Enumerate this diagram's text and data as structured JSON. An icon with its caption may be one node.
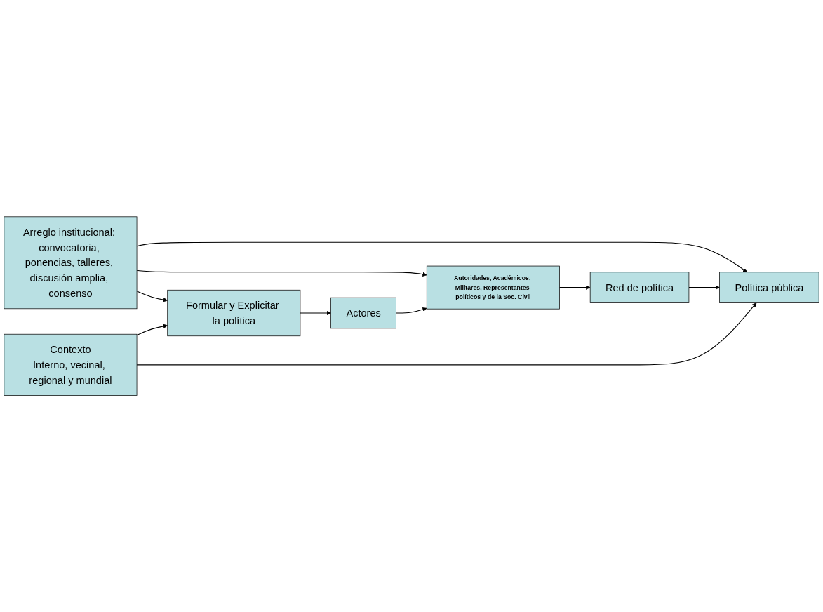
{
  "diagram": {
    "nodes": [
      {
        "text": [
          "Arreglo institucional: convocatoria, ponencias, talleres, discusión amplia, consenso"
        ]
      },
      {
        "text": [
          "Formular y Explicitar la política"
        ]
      },
      {
        "text": [
          "Actores"
        ]
      },
      {
        "text": [
          "Autoridades, Académicos, Militares, Representantes políticos y de la Soc. Civil"
        ]
      },
      {
        "text": [
          "Red de política"
        ]
      },
      {
        "text": [
          "Política pública"
        ]
      },
      {
        "text": [
          "Contexto",
          "Interno, vecinal, regional y mundial"
        ]
      }
    ],
    "edges": [
      {
        "from": 0,
        "to": 1,
        "arrow": "to"
      },
      {
        "from": 0,
        "to": 3,
        "arrow": "to"
      },
      {
        "from": 0,
        "to": 5,
        "arrow": "to"
      },
      {
        "from": 1,
        "to": 2,
        "arrow": "to"
      },
      {
        "from": 2,
        "to": 3,
        "arrow": "to"
      },
      {
        "from": 3,
        "to": 4,
        "arrow": "to"
      },
      {
        "from": 4,
        "to": 5,
        "arrow": "to"
      },
      {
        "from": 6,
        "to": 1,
        "arrow": "to"
      },
      {
        "from": 6,
        "to": 5,
        "arrow": "to"
      }
    ]
  }
}
